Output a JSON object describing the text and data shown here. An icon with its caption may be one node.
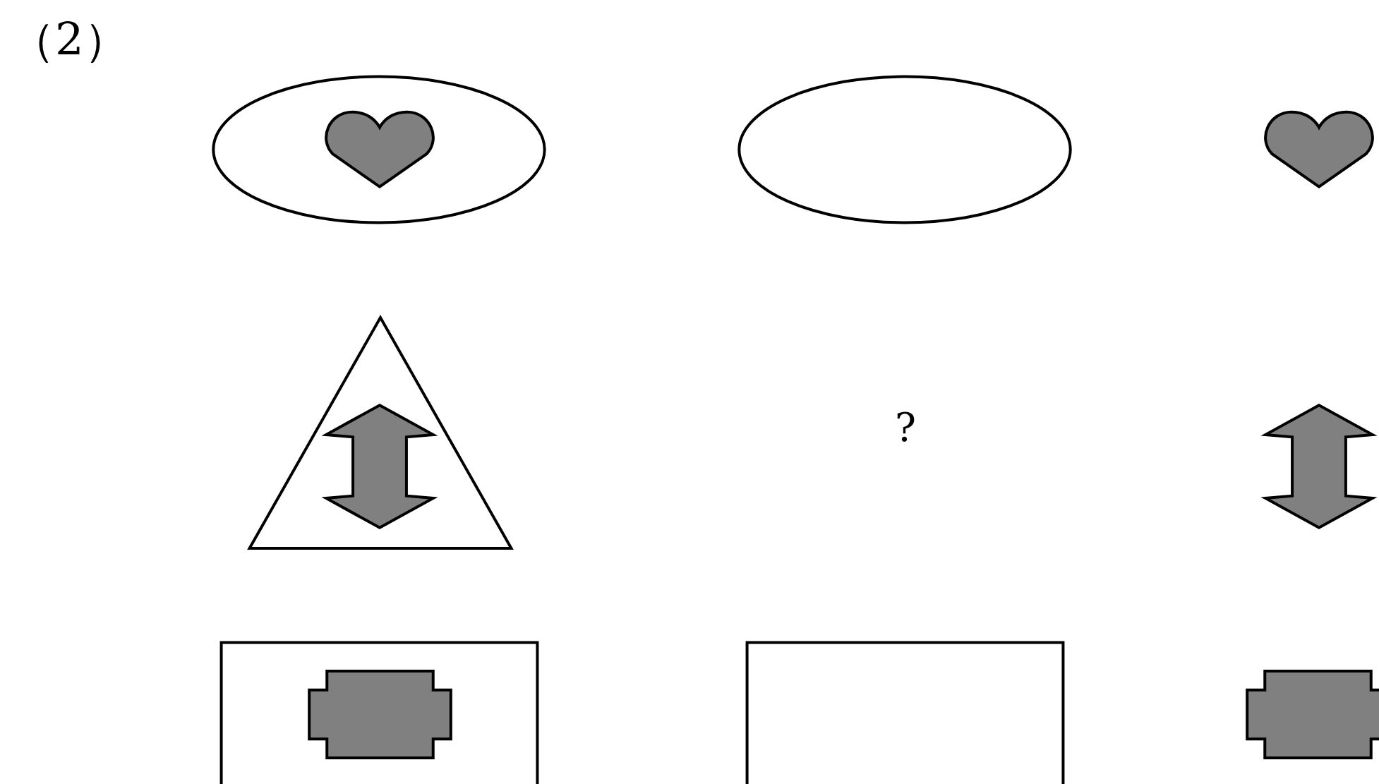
{
  "diagram": {
    "nodes": [
      {
        "text": [],
        "shape": "ellipse"
      },
      {
        "text": [],
        "shape": "heart",
        "in": 0
      },
      {
        "text": [],
        "shape": "ellipse"
      },
      {
        "text": [],
        "shape": "heart"
      },
      {
        "text": [],
        "shape": "triangle"
      },
      {
        "text": [],
        "shape": "arrow",
        "in": 4
      },
      {
        "text": [],
        "shape": "arrow"
      },
      {
        "text": [],
        "shape": "box"
      },
      {
        "text": [],
        "shape": "cross",
        "in": 7
      },
      {
        "text": [],
        "shape": "box"
      },
      {
        "text": [],
        "shape": "cross"
      }
    ],
    "labels": [
      "（2）",
      "?"
    ]
  }
}
